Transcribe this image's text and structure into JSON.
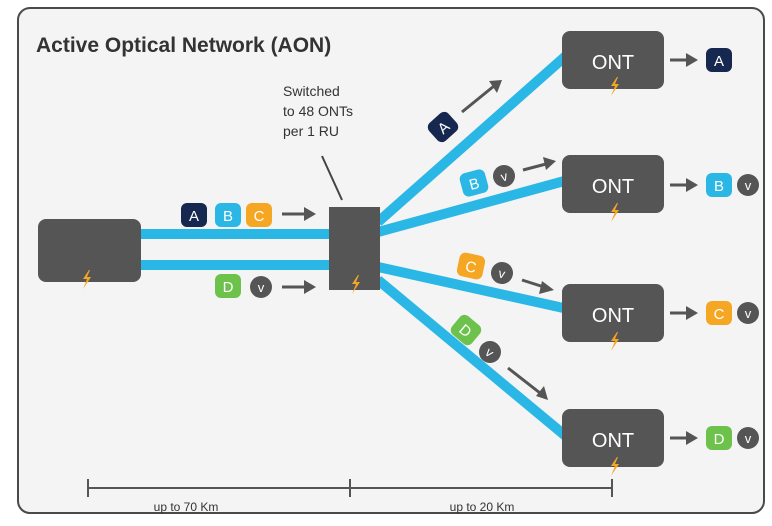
{
  "title": "Active Optical Network (AON)",
  "switch_note": [
    "Switched",
    "to 48 ONTs",
    "per 1 RU"
  ],
  "ont_label": "ONT",
  "service_labels": {
    "a": "A",
    "b": "B",
    "c": "C",
    "d": "D",
    "v": "v"
  },
  "distances": {
    "feeder": "up to 70 Km",
    "drop": "up to 20 Km"
  },
  "colors": {
    "fiber": "#2ab7e6",
    "device": "#555555",
    "service_a": "#16284f",
    "service_b": "#2ab7e6",
    "service_c": "#f5a623",
    "service_d": "#6cc24a",
    "voice": "#555555",
    "power": "#f5a623"
  },
  "icons": [
    "lightning-bolt-icon",
    "arrow-right-icon"
  ]
}
